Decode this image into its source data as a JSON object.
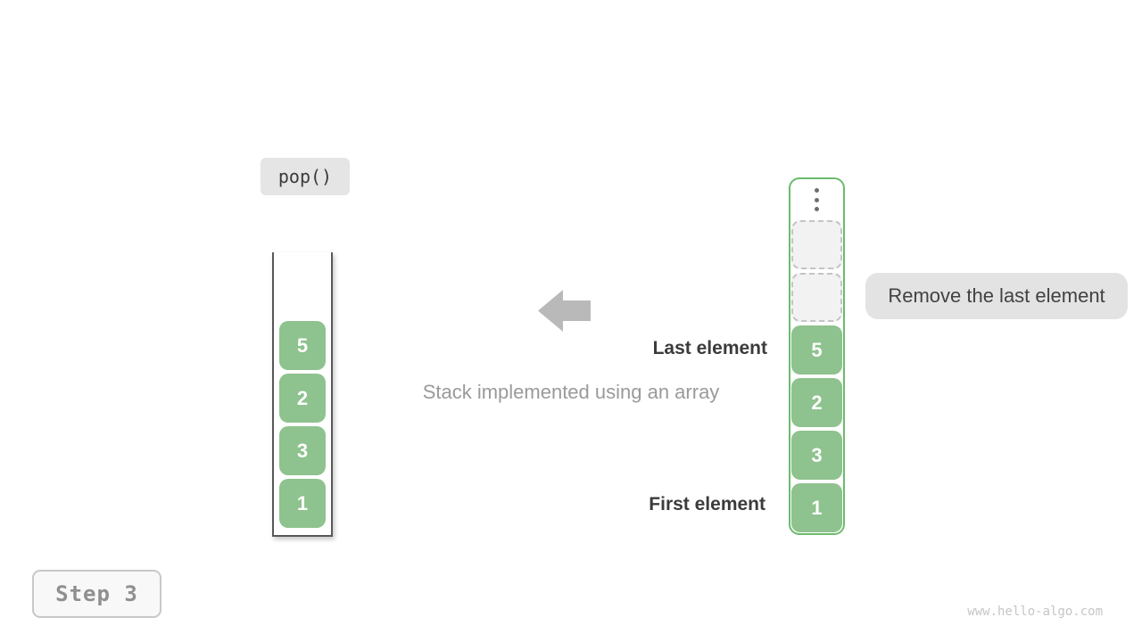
{
  "diagram": {
    "operation_label": "pop()",
    "step_label": "Step 3",
    "caption": "Stack implemented using an array",
    "last_element_label": "Last element",
    "first_element_label": "First element",
    "annotation": "Remove the last element",
    "watermark": "www.hello-algo.com",
    "left_stack": {
      "values": [
        "5",
        "2",
        "3",
        "1"
      ]
    },
    "right_array": {
      "ellipsis_icon": "vertical-ellipsis",
      "empty_slot_count": 2,
      "values": [
        "5",
        "2",
        "3",
        "1"
      ]
    },
    "colors": {
      "cell_green": "#8ec28e",
      "array_border_green": "#6cbb6c",
      "arrow_gray": "#b9b9b9",
      "label_dark": "#3b3b3b",
      "caption_gray": "#9a9a9a",
      "annotation_bg": "#e3e3e3",
      "operation_bg": "#e5e5e5",
      "step_text_gray": "#8f8f8f",
      "watermark_gray": "#c6c6c6"
    }
  }
}
